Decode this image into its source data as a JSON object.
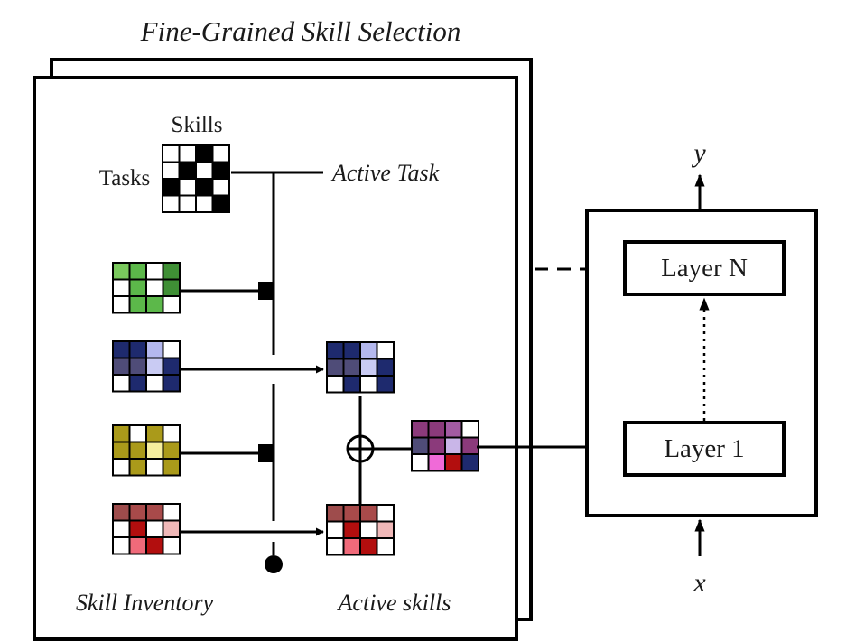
{
  "title": "Fine-Grained Skill Selection",
  "labels": {
    "skills": "Skills",
    "tasks": "Tasks",
    "active_task": "Active Task",
    "skill_inventory": "Skill Inventory",
    "active_skills": "Active skills",
    "layer_n": "Layer N",
    "layer_1": "Layer 1",
    "y": "y",
    "x": "x"
  },
  "colors": {
    "line": "#000000",
    "cell_empty": "#ffffff",
    "cell_black": "#000000"
  },
  "task_skill_matrix": [
    [
      0,
      0,
      1,
      0
    ],
    [
      0,
      1,
      0,
      1
    ],
    [
      1,
      0,
      1,
      0
    ],
    [
      0,
      0,
      0,
      1
    ]
  ],
  "skill_grids": [
    {
      "name": "green",
      "cells": [
        [
          "#7ac95d",
          "#5cb84a",
          "#ffffff",
          "#3f8f35"
        ],
        [
          "#ffffff",
          "#5cb84a",
          "#ffffff",
          "#3f8f35"
        ],
        [
          "#ffffff",
          "#5cb84a",
          "#5cb84a",
          "#ffffff"
        ]
      ]
    },
    {
      "name": "blue",
      "cells": [
        [
          "#1e2a6e",
          "#1e2a6e",
          "#b4b8ee",
          "#ffffff"
        ],
        [
          "#4f4c78",
          "#4f4c78",
          "#c9cbf3",
          "#1e2a6e"
        ],
        [
          "#ffffff",
          "#1e2a6e",
          "#ffffff",
          "#1e2a6e"
        ]
      ]
    },
    {
      "name": "olive",
      "cells": [
        [
          "#aa9a1a",
          "#ffffff",
          "#aa9a1a",
          "#ffffff"
        ],
        [
          "#aa9a1a",
          "#aa9a1a",
          "#f6ef9e",
          "#aa9a1a"
        ],
        [
          "#ffffff",
          "#aa9a1a",
          "#ffffff",
          "#aa9a1a"
        ]
      ]
    },
    {
      "name": "red",
      "cells": [
        [
          "#9e4c4c",
          "#a84a4a",
          "#a84a4a",
          "#ffffff"
        ],
        [
          "#ffffff",
          "#b20e0e",
          "#ffffff",
          "#f0b8b8"
        ],
        [
          "#ffffff",
          "#f06a7a",
          "#b20e0e",
          "#ffffff"
        ]
      ]
    }
  ],
  "active_grids": [
    {
      "name": "active-blue",
      "cells": [
        [
          "#1e2a6e",
          "#1e2a6e",
          "#b4b8ee",
          "#ffffff"
        ],
        [
          "#4f4c78",
          "#4f4c78",
          "#c9cbf3",
          "#1e2a6e"
        ],
        [
          "#ffffff",
          "#1e2a6e",
          "#ffffff",
          "#1e2a6e"
        ]
      ]
    },
    {
      "name": "active-red",
      "cells": [
        [
          "#9e4c4c",
          "#a84a4a",
          "#a84a4a",
          "#ffffff"
        ],
        [
          "#ffffff",
          "#b20e0e",
          "#ffffff",
          "#f0b8b8"
        ],
        [
          "#ffffff",
          "#f06a7a",
          "#b20e0e",
          "#ffffff"
        ]
      ]
    },
    {
      "name": "combined",
      "cells": [
        [
          "#8b3a7b",
          "#8b3a7b",
          "#a25ba2",
          "#ffffff"
        ],
        [
          "#4f4c78",
          "#8b3a7b",
          "#c9b6e8",
          "#8b3a7b"
        ],
        [
          "#ffffff",
          "#f06ad8",
          "#b20e0e",
          "#1e2a6e"
        ]
      ]
    }
  ]
}
